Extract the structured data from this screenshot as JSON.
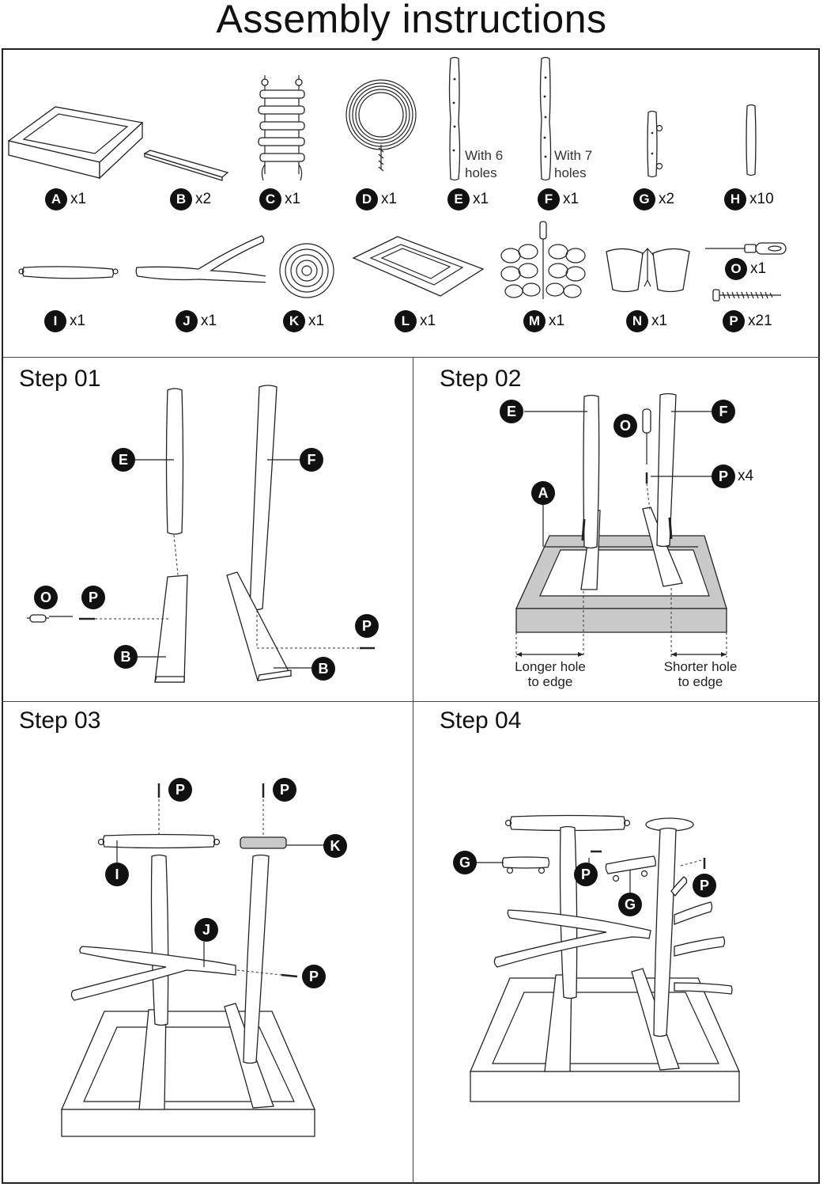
{
  "title": "Assembly instructions",
  "parts": [
    {
      "letter": "A",
      "qty": "x1"
    },
    {
      "letter": "B",
      "qty": "x2"
    },
    {
      "letter": "C",
      "qty": "x1"
    },
    {
      "letter": "D",
      "qty": "x1"
    },
    {
      "letter": "E",
      "qty": "x1",
      "note": [
        "With 6",
        "holes"
      ]
    },
    {
      "letter": "F",
      "qty": "x1",
      "note": [
        "With 7",
        "holes"
      ]
    },
    {
      "letter": "G",
      "qty": "x2"
    },
    {
      "letter": "H",
      "qty": "x10"
    },
    {
      "letter": "I",
      "qty": "x1"
    },
    {
      "letter": "J",
      "qty": "x1"
    },
    {
      "letter": "K",
      "qty": "x1"
    },
    {
      "letter": "L",
      "qty": "x1"
    },
    {
      "letter": "M",
      "qty": "x1"
    },
    {
      "letter": "N",
      "qty": "x1"
    },
    {
      "letter": "O",
      "qty": "x1"
    },
    {
      "letter": "P",
      "qty": "x21"
    }
  ],
  "steps": [
    {
      "title": "Step 01",
      "callouts": [
        "E",
        "F",
        "O",
        "P",
        "P",
        "B",
        "B"
      ]
    },
    {
      "title": "Step 02",
      "callouts": [
        "E",
        "F",
        "O",
        "P",
        "A"
      ],
      "p_qty": "x4",
      "dim_left": [
        "Longer hole",
        "to edge"
      ],
      "dim_right": [
        "Shorter hole",
        "to edge"
      ]
    },
    {
      "title": "Step 03",
      "callouts": [
        "P",
        "P",
        "K",
        "I",
        "J",
        "P"
      ]
    },
    {
      "title": "Step 04",
      "callouts": [
        "G",
        "P",
        "G",
        "P"
      ]
    }
  ]
}
